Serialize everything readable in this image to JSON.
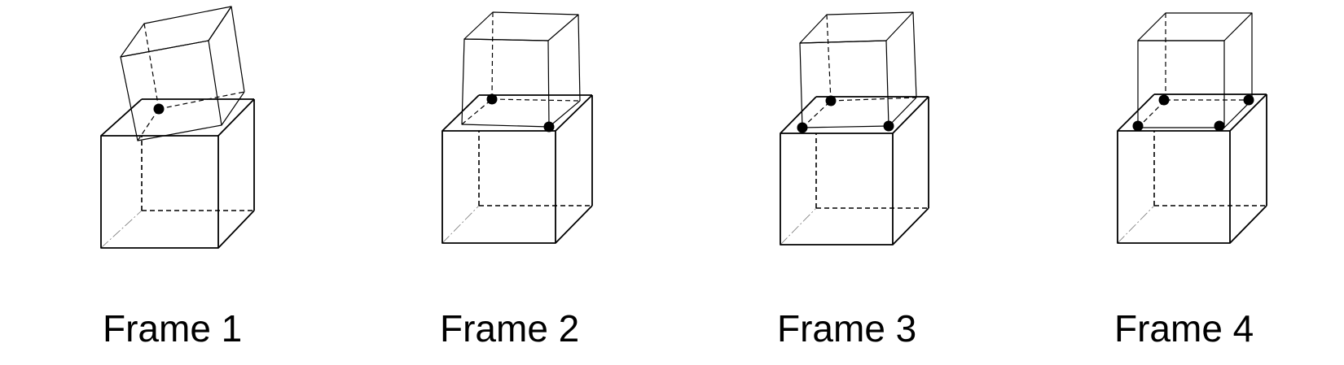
{
  "frames": [
    {
      "label": "Frame 1",
      "contact_points": 1
    },
    {
      "label": "Frame 2",
      "contact_points": 2
    },
    {
      "label": "Frame 3",
      "contact_points": 3
    },
    {
      "label": "Frame 4",
      "contact_points": 4
    }
  ]
}
